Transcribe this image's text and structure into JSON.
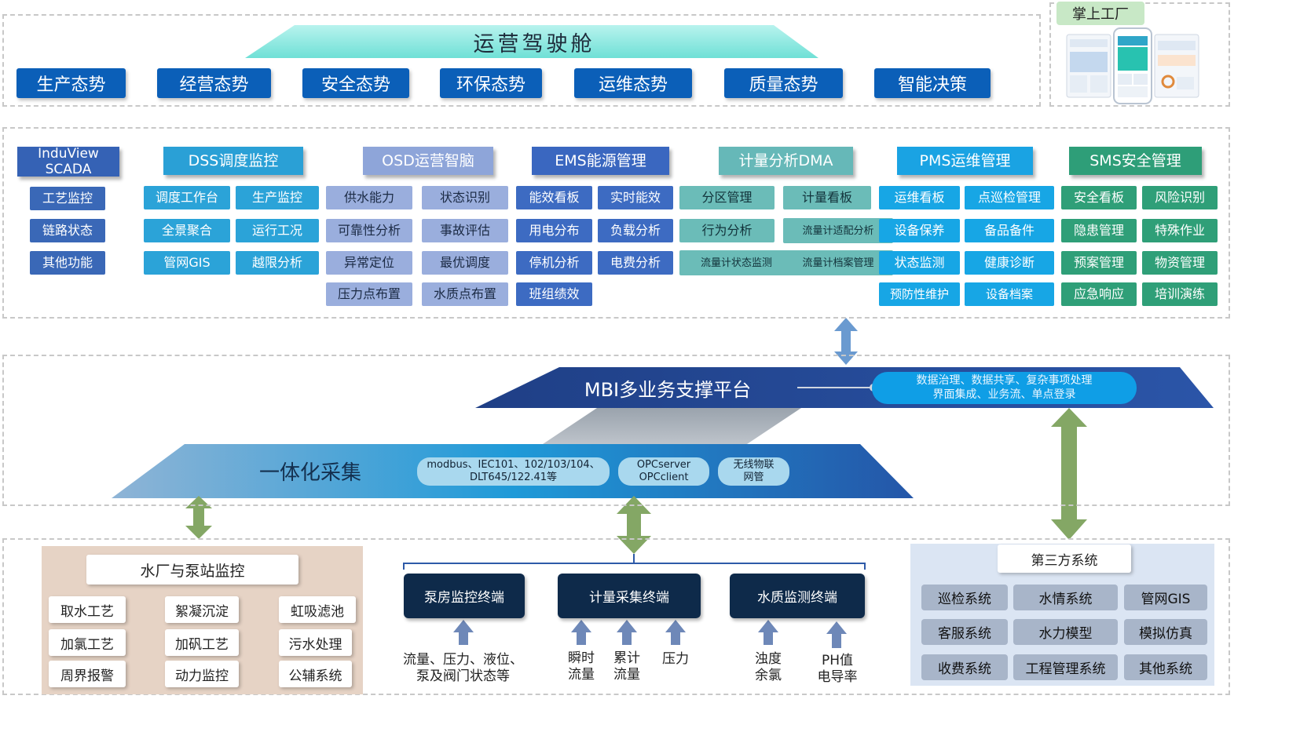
{
  "cockpit": {
    "title": "运营驾驶舱",
    "items": [
      "生产态势",
      "经营态势",
      "安全态势",
      "环保态势",
      "运维态势",
      "质量态势",
      "智能决策"
    ]
  },
  "mobile": {
    "label": "掌上工厂"
  },
  "modules": [
    {
      "title": "InduView\nSCADA",
      "color": "#3562b5",
      "cells": [
        "工艺监控",
        "链路状态",
        "其他功能"
      ]
    },
    {
      "title": "DSS调度监控",
      "color": "#2aa0d6",
      "cells": [
        "调度工作台",
        "生产监控",
        "全景聚合",
        "运行工况",
        "管网GIS",
        "越限分析"
      ]
    },
    {
      "title": "OSD运营智脑",
      "color": "#8ea5d9",
      "cells": [
        "供水能力",
        "状态识别",
        "可靠性分析",
        "事故评估",
        "异常定位",
        "最优调度",
        "压力点布置",
        "水质点布置"
      ]
    },
    {
      "title": "EMS能源管理",
      "color": "#3a67c0",
      "cells": [
        "能效看板",
        "实时能效",
        "用电分布",
        "负载分析",
        "停机分析",
        "电费分析",
        "班组绩效"
      ]
    },
    {
      "title": "计量分析DMA",
      "color": "#66b8b8",
      "cells": [
        "分区管理",
        "计量看板",
        "行为分析",
        "流量计适配分析",
        "流量计状态监测",
        "流量计档案管理"
      ]
    },
    {
      "title": "PMS运维管理",
      "color": "#1aa3e3",
      "cells": [
        "运维看板",
        "点巡检管理",
        "设备保养",
        "备品备件",
        "状态监测",
        "健康诊断",
        "预防性维护",
        "设备档案"
      ]
    },
    {
      "title": "SMS安全管理",
      "color": "#2e9e78",
      "cells": [
        "安全看板",
        "风险识别",
        "隐患管理",
        "特殊作业",
        "预案管理",
        "物资管理",
        "应急响应",
        "培训演练"
      ]
    }
  ],
  "mbi": {
    "title": "MBI多业务支撑平台",
    "desc1": "数据治理、数据共享、复杂事项处理",
    "desc2": "界面集成、业务流、单点登录"
  },
  "collect": {
    "title": "一体化采集",
    "p1a": "modbus、IEC101、102/103/104、",
    "p1b": "DLT645/122.41等",
    "p2a": "OPCserver",
    "p2b": "OPCclient",
    "p3a": "无线物联",
    "p3b": "网管"
  },
  "plant": {
    "title": "水厂与泵站监控",
    "cells": [
      "取水工艺",
      "絮凝沉淀",
      "虹吸滤池",
      "加氯工艺",
      "加矾工艺",
      "污水处理",
      "周界报警",
      "动力监控",
      "公辅系统"
    ]
  },
  "terminals": {
    "items": [
      "泵房监控终端",
      "计量采集终端",
      "水质监测终端"
    ],
    "l1a": "流量、压力、液位、",
    "l1b": "泵及阀门状态等",
    "l2a": "瞬时",
    "l2b": "流量",
    "l3a": "累计",
    "l3b": "流量",
    "l4": "压力",
    "l5a": "浊度",
    "l5b": "余氯",
    "l6a": "PH值",
    "l6b": "电导率"
  },
  "third": {
    "title": "第三方系统",
    "cells": [
      "巡检系统",
      "水情系统",
      "管网GIS",
      "客服系统",
      "水力模型",
      "模拟仿真",
      "收费系统",
      "工程管理系统",
      "其他系统"
    ]
  }
}
